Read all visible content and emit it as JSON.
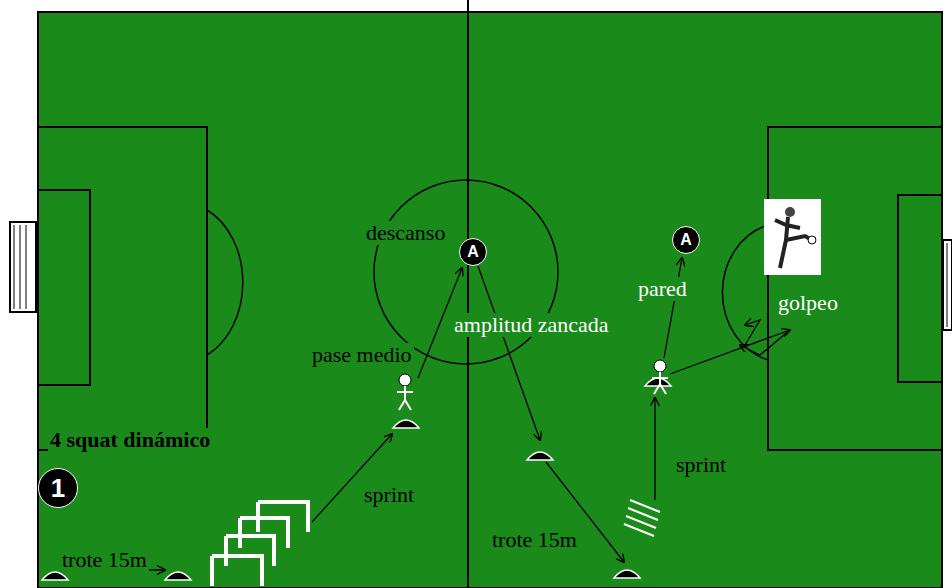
{
  "diagram": {
    "nodes": [
      {
        "text": [
          "1"
        ]
      },
      {
        "text": [
          "A"
        ]
      },
      {
        "text": [
          "A"
        ]
      }
    ],
    "labels": [
      "descanso",
      "amplitud zancada",
      "pase medio",
      "4 squat dinámico",
      "trote 15m",
      "sprint",
      "trote 15m",
      "sprint",
      "pared",
      "golpeo"
    ]
  }
}
